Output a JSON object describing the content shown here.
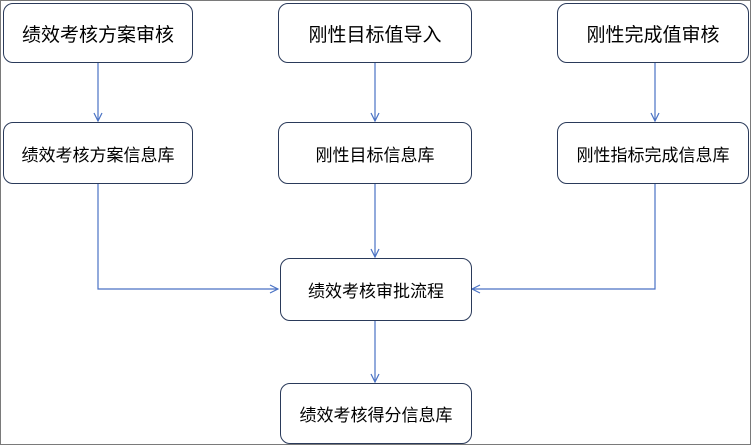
{
  "nodes": {
    "kpi_plan_review": "绩效考核方案审核",
    "rigid_target_import": "刚性目标值导入",
    "rigid_completion_review": "刚性完成值审核",
    "kpi_plan_db": "绩效考核方案信息库",
    "rigid_target_db": "刚性目标信息库",
    "rigid_indicator_db": "刚性指标完成信息库",
    "kpi_approval_flow": "绩效考核审批流程",
    "kpi_score_db": "绩效考核得分信息库"
  },
  "colors": {
    "connector": "#4a72c4",
    "box_border": "#2a3a5a",
    "frame": "#7a7a7a"
  }
}
